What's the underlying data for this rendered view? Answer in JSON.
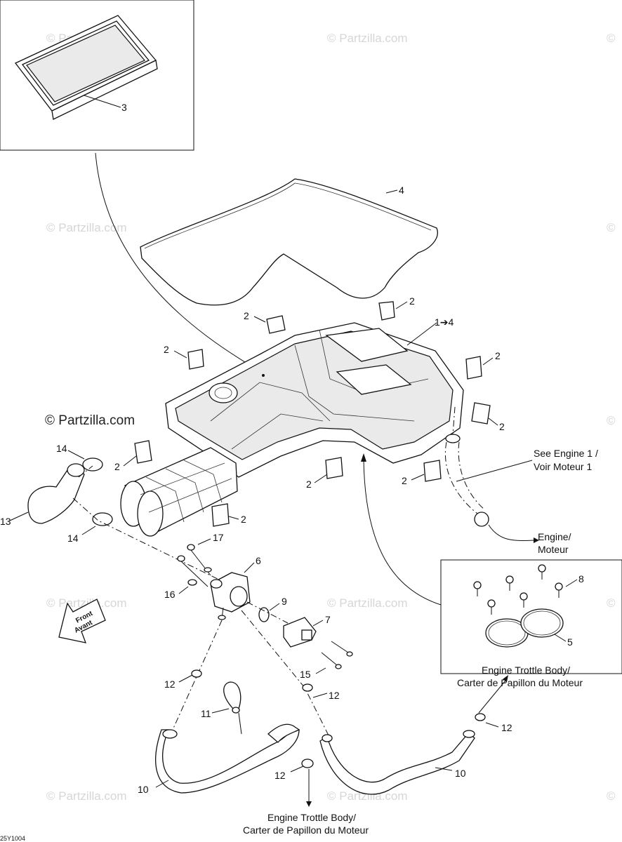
{
  "watermark": {
    "text": "© Partzilla.com",
    "corner_glyph": "©"
  },
  "brand_watermark": "© Partzilla.com",
  "callouts": {
    "c3": "3",
    "c4": "4",
    "c1to4": "1➔4",
    "c2": "2",
    "c13": "13",
    "c14": "14",
    "c17": "17",
    "c6": "6",
    "c16": "16",
    "c9": "9",
    "c7": "7",
    "c15": "15",
    "c8": "8",
    "c5": "5",
    "c12": "12",
    "c11": "11",
    "c10": "10"
  },
  "notes": {
    "see_engine_en": "See Engine 1 /",
    "see_engine_fr": "Voir Moteur 1",
    "engine_en": "Engine/",
    "engine_fr": "Moteur",
    "throttle_right_en": "Engine Trottle Body/",
    "throttle_right_fr": "Carter de Papillon du Moteur",
    "throttle_bottom_en": "Engine Trottle Body/",
    "throttle_bottom_fr": "Carter de Papillon du Moteur"
  },
  "front_arrow": {
    "line1": "Front",
    "line2": "Avant"
  },
  "drawing_code": "25Y1004"
}
